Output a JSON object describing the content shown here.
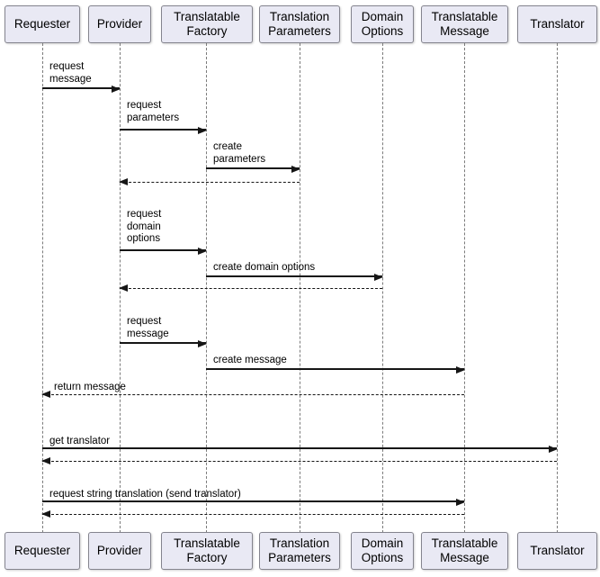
{
  "diagram_type": "uml-sequence-diagram",
  "participants": [
    {
      "label": "Requester"
    },
    {
      "label": "Provider"
    },
    {
      "label": "Translatable\nFactory"
    },
    {
      "label": "Translation\nParameters"
    },
    {
      "label": "Domain\nOptions"
    },
    {
      "label": "Translatable\nMessage"
    },
    {
      "label": "Translator"
    }
  ],
  "messages": [
    {
      "label": "request\nmessage",
      "from": "Requester",
      "to": "Provider",
      "style": "solid-call"
    },
    {
      "label": "request\nparameters",
      "from": "Provider",
      "to": "Translatable Factory",
      "style": "solid-call"
    },
    {
      "label": "create\nparameters",
      "from": "Translatable Factory",
      "to": "Translation Parameters",
      "style": "solid-call"
    },
    {
      "label": "",
      "from": "Translation Parameters",
      "to": "Provider",
      "style": "dashed-return"
    },
    {
      "label": "request\ndomain\noptions",
      "from": "Provider",
      "to": "Translatable Factory",
      "style": "solid-call"
    },
    {
      "label": "create domain options",
      "from": "Translatable Factory",
      "to": "Domain Options",
      "style": "solid-call"
    },
    {
      "label": "",
      "from": "Domain Options",
      "to": "Provider",
      "style": "dashed-return"
    },
    {
      "label": "request\nmessage",
      "from": "Provider",
      "to": "Translatable Factory",
      "style": "solid-call"
    },
    {
      "label": "create message",
      "from": "Translatable Factory",
      "to": "Translatable Message",
      "style": "solid-call"
    },
    {
      "label": "return message",
      "from": "Translatable Message",
      "to": "Requester",
      "style": "dashed-return"
    },
    {
      "label": "get translator",
      "from": "Requester",
      "to": "Translator",
      "style": "solid-call"
    },
    {
      "label": "",
      "from": "Translator",
      "to": "Requester",
      "style": "dashed-return"
    },
    {
      "label": "request string translation (send translator)",
      "from": "Requester",
      "to": "Translatable Message",
      "style": "solid-call"
    },
    {
      "label": "",
      "from": "Translatable Message",
      "to": "Requester",
      "style": "dashed-return"
    }
  ],
  "colors": {
    "participant_fill": "#e9e9f4",
    "participant_border": "#84848e",
    "lifeline": "#7b7b7b",
    "arrow": "#161616",
    "background": "#ffffff"
  }
}
